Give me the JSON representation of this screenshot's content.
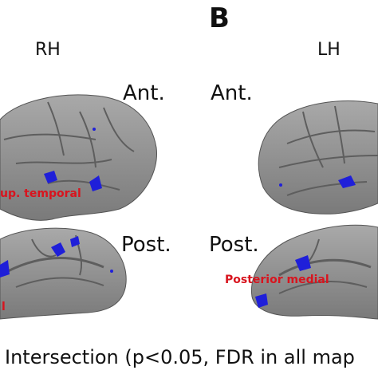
{
  "figure": {
    "panel_letter": "B",
    "hemispheres": {
      "right": "RH",
      "left": "LH"
    },
    "orientation_labels": {
      "rh_anterior": "Ant.",
      "lh_anterior": "Ant.",
      "rh_posterior": "Post.",
      "lh_posterior": "Post."
    },
    "region_labels": {
      "sup_temporal": "up. temporal",
      "posterior_medial": "Posterior medial",
      "rh_medial_cut": "l"
    },
    "caption": "Intersection (p<0.05, FDR in all map"
  },
  "colors": {
    "cortex": "#8e8e8e",
    "cortex_dark": "#6d6d6d",
    "activation": "#1f1fd9",
    "label_red": "#d8141e"
  }
}
